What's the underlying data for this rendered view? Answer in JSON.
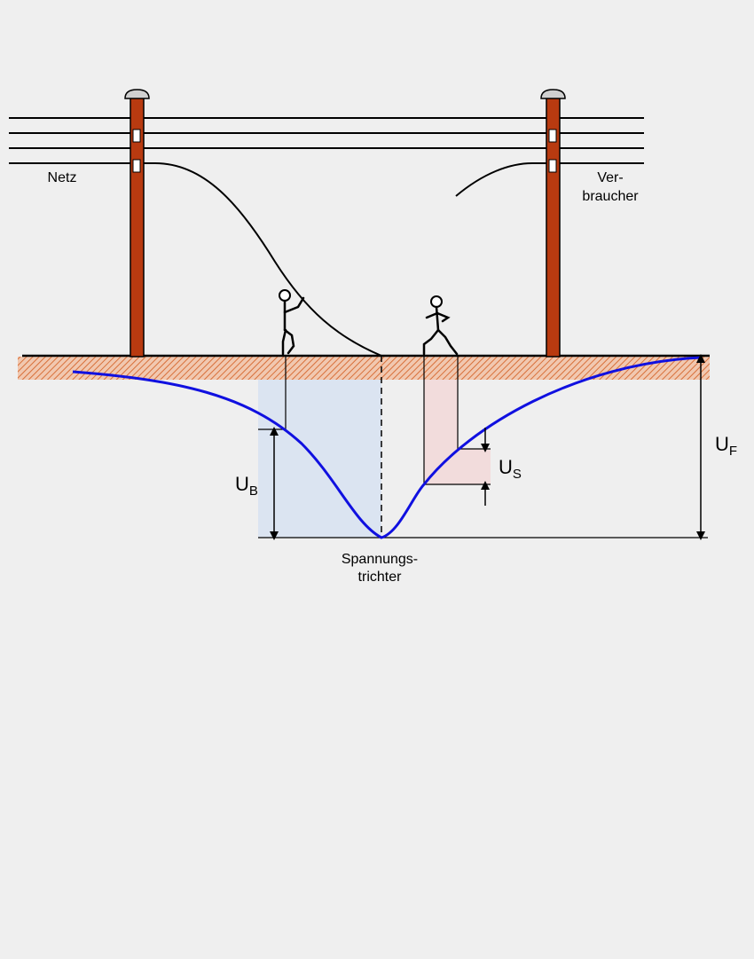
{
  "labels": {
    "network": "Netz",
    "consumer_line1": "Ver-",
    "consumer_line2": "braucher",
    "funnel_line1": "Spannungs-",
    "funnel_line2": "trichter",
    "touch_voltage_main": "U",
    "touch_voltage_sub": "B",
    "step_voltage_main": "U",
    "step_voltage_sub": "S",
    "fault_voltage_main": "U",
    "fault_voltage_sub": "F"
  },
  "colors": {
    "background": "#efefef",
    "pole": "#b83a10",
    "ground_hatch": "#d8703a",
    "potential_curve": "#1010e0",
    "touch_area": "#dbe4f1",
    "step_area": "#f2dcdc",
    "line": "#000000"
  }
}
